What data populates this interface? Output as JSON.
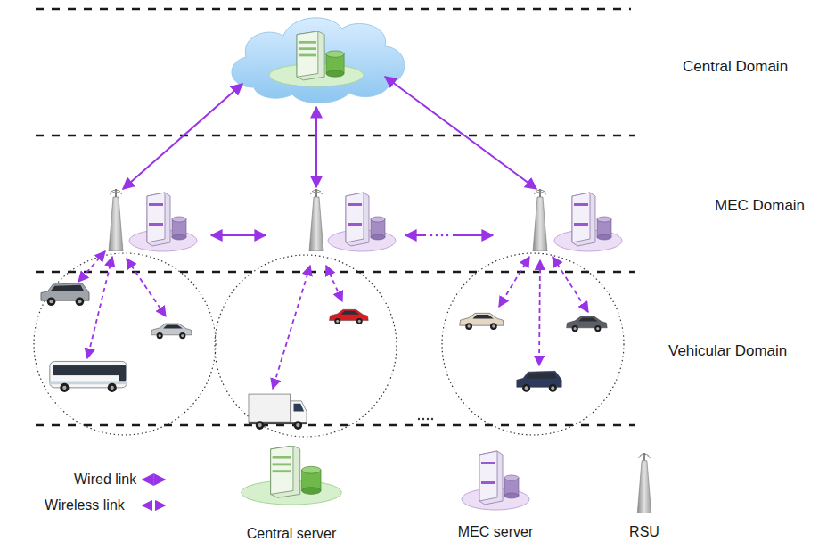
{
  "diagram": {
    "labels": [
      "Central Domain",
      "MEC Domain",
      "Vehicular Domain"
    ],
    "legend": [
      {
        "text": "Wired link"
      },
      {
        "text": "Wireless link"
      },
      {
        "text": "Central server"
      },
      {
        "text": "MEC server"
      },
      {
        "text": "RSU"
      }
    ]
  }
}
